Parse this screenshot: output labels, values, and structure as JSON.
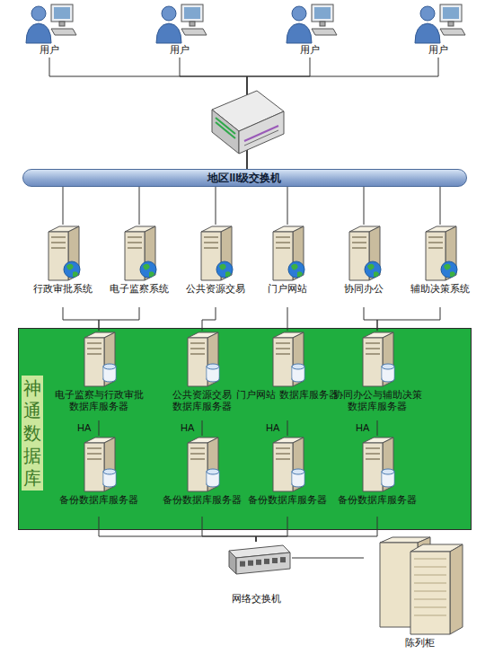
{
  "diagram": {
    "nodes": [
      {
        "text": [
          "用户"
        ]
      },
      {
        "text": [
          "用户"
        ]
      },
      {
        "text": [
          "用户"
        ]
      },
      {
        "text": [
          "用户"
        ]
      },
      {
        "text": [
          "地区III级交换机"
        ]
      },
      {
        "text": [
          "行政审批系统"
        ]
      },
      {
        "text": [
          "电子监察系统"
        ]
      },
      {
        "text": [
          "公共资源交易"
        ]
      },
      {
        "text": [
          "门户网站"
        ]
      },
      {
        "text": [
          "协同办公"
        ]
      },
      {
        "text": [
          "辅助决策系统"
        ]
      },
      {
        "text": [
          "神通数据库"
        ]
      },
      {
        "text": [
          "电子监察与行政审批 数据库服务器"
        ],
        "in": 11
      },
      {
        "text": [
          "公共资源交易 数据库服务器"
        ],
        "in": 11
      },
      {
        "text": [
          "门户网站 数据库服务器"
        ],
        "in": 11
      },
      {
        "text": [
          "协同办公与辅助决策 数据库服务器"
        ],
        "in": 11
      },
      {
        "text": [
          "备份数据库服务器"
        ],
        "in": 11
      },
      {
        "text": [
          "备份数据库服务器"
        ],
        "in": 11
      },
      {
        "text": [
          "备份数据库服务器"
        ],
        "in": 11
      },
      {
        "text": [
          "备份数据库服务器"
        ],
        "in": 11
      },
      {
        "text": [
          "网络交换机"
        ]
      },
      {
        "text": [
          "陈列柜"
        ]
      }
    ],
    "edges": [
      {
        "from": 0,
        "to": 4,
        "arrow": "none"
      },
      {
        "from": 1,
        "to": 4,
        "arrow": "none"
      },
      {
        "from": 2,
        "to": 4,
        "arrow": "none"
      },
      {
        "from": 3,
        "to": 4,
        "arrow": "none"
      },
      {
        "from": 4,
        "to": 5,
        "arrow": "none"
      },
      {
        "from": 4,
        "to": 6,
        "arrow": "none"
      },
      {
        "from": 4,
        "to": 7,
        "arrow": "none"
      },
      {
        "from": 4,
        "to": 8,
        "arrow": "none"
      },
      {
        "from": 4,
        "to": 9,
        "arrow": "none"
      },
      {
        "from": 4,
        "to": 10,
        "arrow": "none"
      },
      {
        "from": 5,
        "to": 12,
        "arrow": "none"
      },
      {
        "from": 6,
        "to": 12,
        "arrow": "none"
      },
      {
        "from": 7,
        "to": 13,
        "arrow": "none"
      },
      {
        "from": 8,
        "to": 14,
        "arrow": "none"
      },
      {
        "from": 9,
        "to": 15,
        "arrow": "none"
      },
      {
        "from": 10,
        "to": 15,
        "arrow": "none"
      },
      {
        "from": 12,
        "to": 16,
        "label": "HA",
        "arrow": "none"
      },
      {
        "from": 13,
        "to": 17,
        "label": "HA",
        "arrow": "none"
      },
      {
        "from": 14,
        "to": 18,
        "label": "HA",
        "arrow": "none"
      },
      {
        "from": 15,
        "to": 19,
        "label": "HA",
        "arrow": "none"
      },
      {
        "from": 16,
        "to": 20,
        "arrow": "none"
      },
      {
        "from": 17,
        "to": 20,
        "arrow": "none"
      },
      {
        "from": 18,
        "to": 20,
        "arrow": "none"
      },
      {
        "from": 19,
        "to": 20,
        "arrow": "none"
      },
      {
        "from": 20,
        "to": 21,
        "arrow": "none"
      }
    ]
  }
}
